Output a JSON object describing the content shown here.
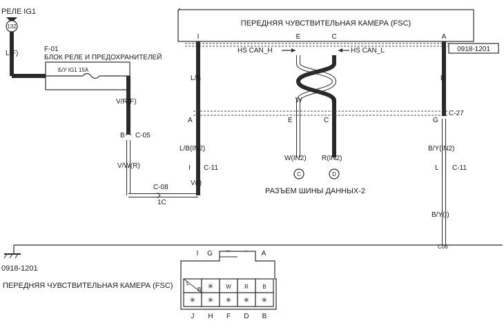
{
  "relay": {
    "title": "РЕЛЕ IG1",
    "pin": "132",
    "wire": "L(F)"
  },
  "fuse_block": {
    "id": "F-01",
    "name": "БЛОК РЕЛЕ И ПРЕДОХРАНИТЕЛЕЙ",
    "fuse": "Б/У IG1 15A"
  },
  "camera": {
    "title": "ПЕРЕДНЯЯ ЧУВСТВИТЕЛЬНАЯ КАМЕРА (FSC)",
    "connector": "0918-1201",
    "pins": [
      "I",
      "E",
      "C",
      "A"
    ]
  },
  "can": {
    "high": "HS CAN_H",
    "low": "HS CAN_L"
  },
  "wires": {
    "vrf": "V/R(F)",
    "b_left": "B",
    "c05": "C-05",
    "vwr": "V/W(R)",
    "c08": "C-08",
    "c1": "1C",
    "lb": "L/B",
    "a_mid": "A",
    "lb_in2": "L/B(IN2)",
    "i_mid": "I",
    "c11_left": "C-11",
    "vi": "V(I)",
    "w": "W",
    "e_mid": "E",
    "w_in2": "W(IN2)",
    "r": "R",
    "c_mid": "C",
    "r_in2": "R(IN2)",
    "b_right": "B",
    "c27": "C-27",
    "g_mid": "G",
    "by_in2": "B/Y(IN2)",
    "l_mid": "L",
    "c11_right": "C-11",
    "by_i": "B/Y(I)",
    "c06": "C06"
  },
  "data_bus": {
    "label": "РАЗЪЕМ ШИНЫ ДАННЫХ-2",
    "c": "C",
    "d": "D"
  },
  "ground": {
    "connector": "0918-1201",
    "title": "ПЕРЕДНЯЯ ЧУВСТВИТЕЛЬНАЯ КАМЕРА (FSC)"
  },
  "pinout": {
    "top_labels": [
      "I",
      "G",
      "E",
      "C",
      "A"
    ],
    "row1": [
      "L",
      "B",
      "✳",
      "W",
      "R",
      "B"
    ],
    "row2": [
      "✳",
      "✳",
      "✳",
      "✳",
      "✳"
    ],
    "bottom_labels": [
      "J",
      "H",
      "F",
      "D",
      "B"
    ]
  }
}
